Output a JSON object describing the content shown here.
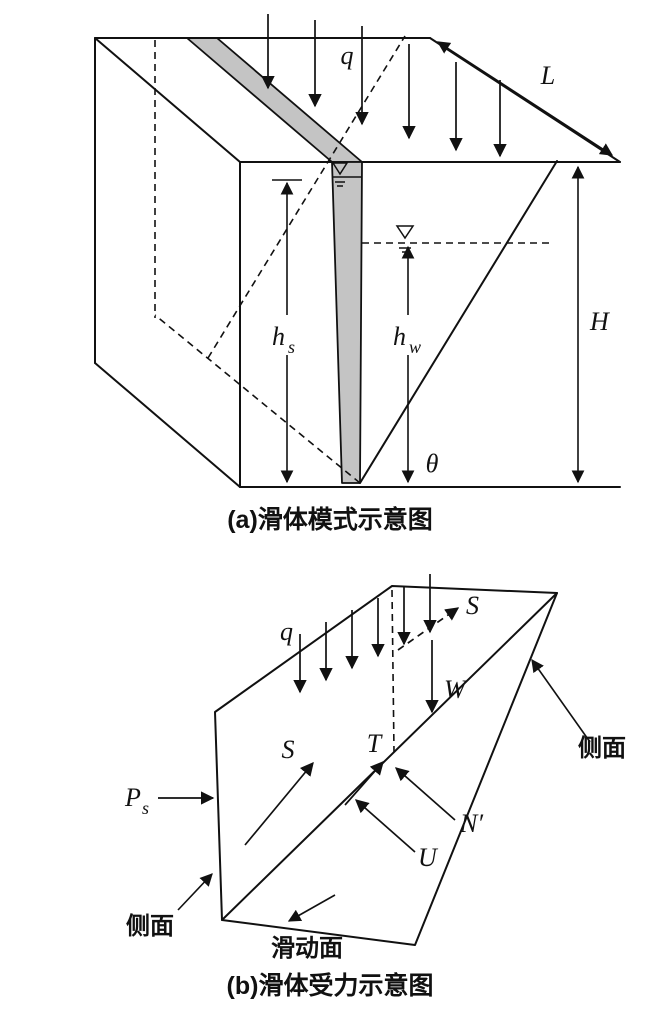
{
  "colors": {
    "line": "#111111",
    "water_fill": "#c4c4c4",
    "background": "#ffffff"
  },
  "fig_a": {
    "caption": "(a)滑体模式示意图",
    "surcharge": "q",
    "crest_length": "L",
    "slope_height": "H",
    "crack_depth_base": "h",
    "crack_depth_sub": "s",
    "water_height_base": "h",
    "water_height_sub": "w",
    "slope_angle": "θ"
  },
  "fig_b": {
    "caption": "(b)滑体受力示意图",
    "surcharge": "q",
    "side_shear_far": "S",
    "side_shear_near": "S",
    "weight": "W",
    "shear_force": "T",
    "effective_normal": "N′",
    "uplift": "U",
    "water_thrust_base": "P",
    "water_thrust_sub": "s",
    "side_face_left": "侧面",
    "side_face_right": "侧面",
    "sliding_surface": "滑动面"
  }
}
